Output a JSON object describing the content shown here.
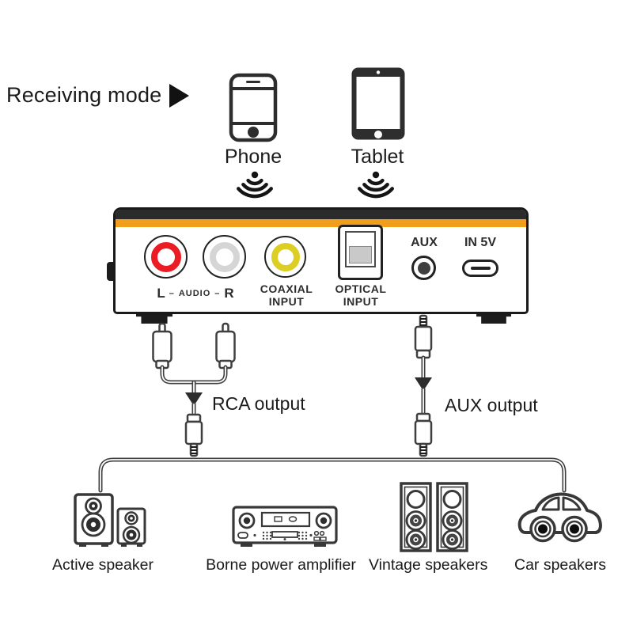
{
  "header": {
    "mode_label": "Receiving mode"
  },
  "sources": {
    "phone": {
      "label": "Phone"
    },
    "tablet": {
      "label": "Tablet"
    }
  },
  "device": {
    "ports": {
      "rca_left": "L",
      "dash": "–",
      "rca_audio": "AUDIO",
      "rca_right": "R",
      "coaxial_line1": "COAXIAL",
      "coaxial_line2": "INPUT",
      "optical_line1": "OPTICAL",
      "optical_line2": "INPUT",
      "aux": "AUX",
      "power": "IN 5V"
    }
  },
  "outputs": {
    "rca": {
      "label": "RCA output"
    },
    "aux": {
      "label": "AUX output"
    }
  },
  "sinks": [
    {
      "label": "Active speaker"
    },
    {
      "label": "Borne power amplifier"
    },
    {
      "label": "Vintage speakers"
    },
    {
      "label": "Car speakers"
    }
  ],
  "colors": {
    "background": "#ffffff",
    "ink": "#1b1b1b",
    "outline": "#383838",
    "device_top_bar": "#2b2b2b",
    "device_accent_orange": "#f09e1b",
    "rca_red": "#ec1c24",
    "rca_white": "#d5d5d5",
    "rca_yellow": "#ddce24"
  }
}
